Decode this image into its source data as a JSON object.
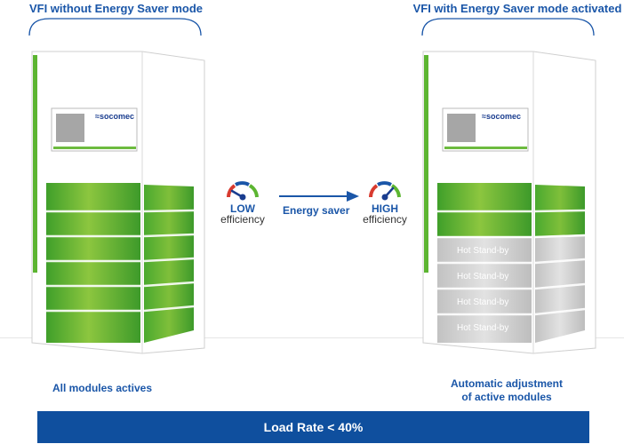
{
  "left": {
    "title": "VFI without Energy Saver mode",
    "caption": "All modules actives",
    "logo": "socomec"
  },
  "right": {
    "title": "VFI with Energy Saver mode activated",
    "caption_line1": "Automatic adjustment",
    "caption_line2": "of active modules",
    "logo": "socomec",
    "standby_label": "Hot Stand-by"
  },
  "low_gauge": {
    "label": "LOW",
    "sub": "efficiency"
  },
  "high_gauge": {
    "label": "HIGH",
    "sub": "efficiency"
  },
  "transition_label": "Energy saver",
  "footer": {
    "label": "Load Rate < 40%"
  },
  "colors": {
    "accent_blue": "#1a56a8",
    "bar_blue": "#0f4f9e",
    "module_green": "#4cae2e",
    "standby_grey": "#cfcfcf"
  }
}
